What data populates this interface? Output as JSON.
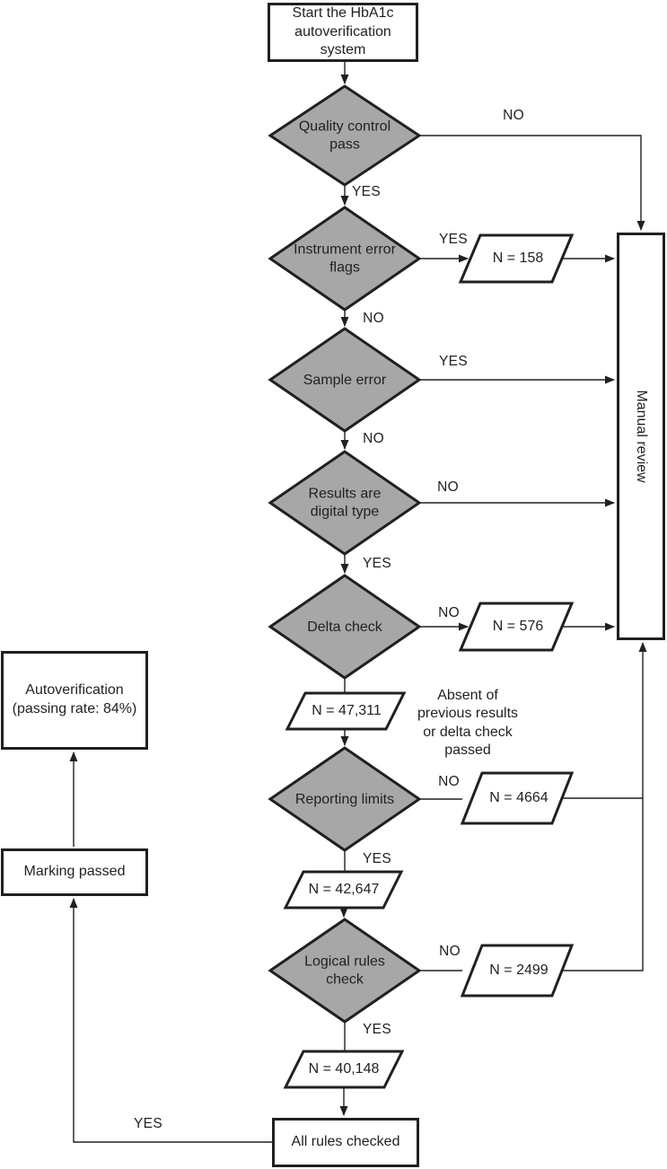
{
  "meta": {
    "title": "HbA1c autoverification flowchart"
  },
  "nodes": {
    "start": "Start the HbA1c\nautoverification\nsystem",
    "quality_control": "Quality control\npass",
    "instrument_error": "Instrument error\nflags",
    "sample_error": "Sample error",
    "digital_type": "Results are\ndigital type",
    "delta_check": "Delta check",
    "reporting_limits": "Reporting limits",
    "logical_rules": "Logical rules\ncheck",
    "n158": "N = 158",
    "n576": "N = 576",
    "n47311": "N = 47,311",
    "n4664": "N = 4664",
    "n42647": "N = 42,647",
    "n2499": "N = 2499",
    "n40148": "N = 40,148",
    "manual_review": "Manual review",
    "all_rules_checked": "All rules checked",
    "marking_passed": "Marking passed",
    "autoverification": "Autoverification\n(passing rate: 84%)",
    "delta_note": "Absent of\nprevious results\nor delta check\npassed"
  },
  "edge_labels": {
    "qc_no": "NO",
    "qc_yes": "YES",
    "ie_yes": "YES",
    "ie_no": "NO",
    "se_yes": "YES",
    "se_no": "NO",
    "dt_no": "NO",
    "dt_yes": "YES",
    "dc_no": "NO",
    "rl_no": "NO",
    "rl_yes": "YES",
    "lr_no": "NO",
    "lr_yes": "YES",
    "arc_yes": "YES"
  },
  "colors": {
    "diamond_fill": "#a7a7a7",
    "shape_fill": "#ffffff",
    "stroke": "#231f20",
    "background": "#ffffff"
  }
}
